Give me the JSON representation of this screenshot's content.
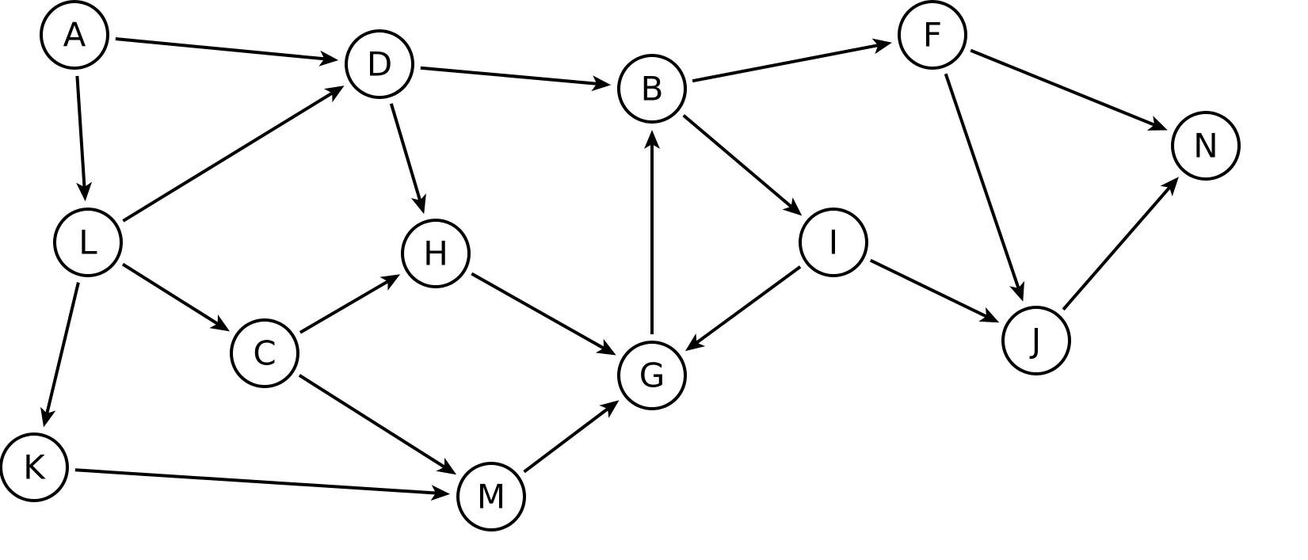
{
  "diagram": {
    "nodes": [
      {
        "id": "A",
        "label": "A"
      },
      {
        "id": "D",
        "label": "D"
      },
      {
        "id": "B",
        "label": "B"
      },
      {
        "id": "F",
        "label": "F"
      },
      {
        "id": "N",
        "label": "N"
      },
      {
        "id": "L",
        "label": "L"
      },
      {
        "id": "H",
        "label": "H"
      },
      {
        "id": "I",
        "label": "I"
      },
      {
        "id": "C",
        "label": "C"
      },
      {
        "id": "G",
        "label": "G"
      },
      {
        "id": "J",
        "label": "J"
      },
      {
        "id": "K",
        "label": "K"
      },
      {
        "id": "M",
        "label": "M"
      }
    ],
    "edges": [
      {
        "from": "A",
        "to": "D"
      },
      {
        "from": "A",
        "to": "L"
      },
      {
        "from": "D",
        "to": "B"
      },
      {
        "from": "D",
        "to": "H"
      },
      {
        "from": "L",
        "to": "D"
      },
      {
        "from": "L",
        "to": "C"
      },
      {
        "from": "L",
        "to": "K"
      },
      {
        "from": "B",
        "to": "F"
      },
      {
        "from": "B",
        "to": "I"
      },
      {
        "from": "F",
        "to": "N"
      },
      {
        "from": "F",
        "to": "J"
      },
      {
        "from": "C",
        "to": "H"
      },
      {
        "from": "C",
        "to": "M"
      },
      {
        "from": "H",
        "to": "G"
      },
      {
        "from": "G",
        "to": "B"
      },
      {
        "from": "I",
        "to": "G"
      },
      {
        "from": "I",
        "to": "J"
      },
      {
        "from": "J",
        "to": "N"
      },
      {
        "from": "K",
        "to": "M"
      },
      {
        "from": "M",
        "to": "G"
      }
    ]
  }
}
